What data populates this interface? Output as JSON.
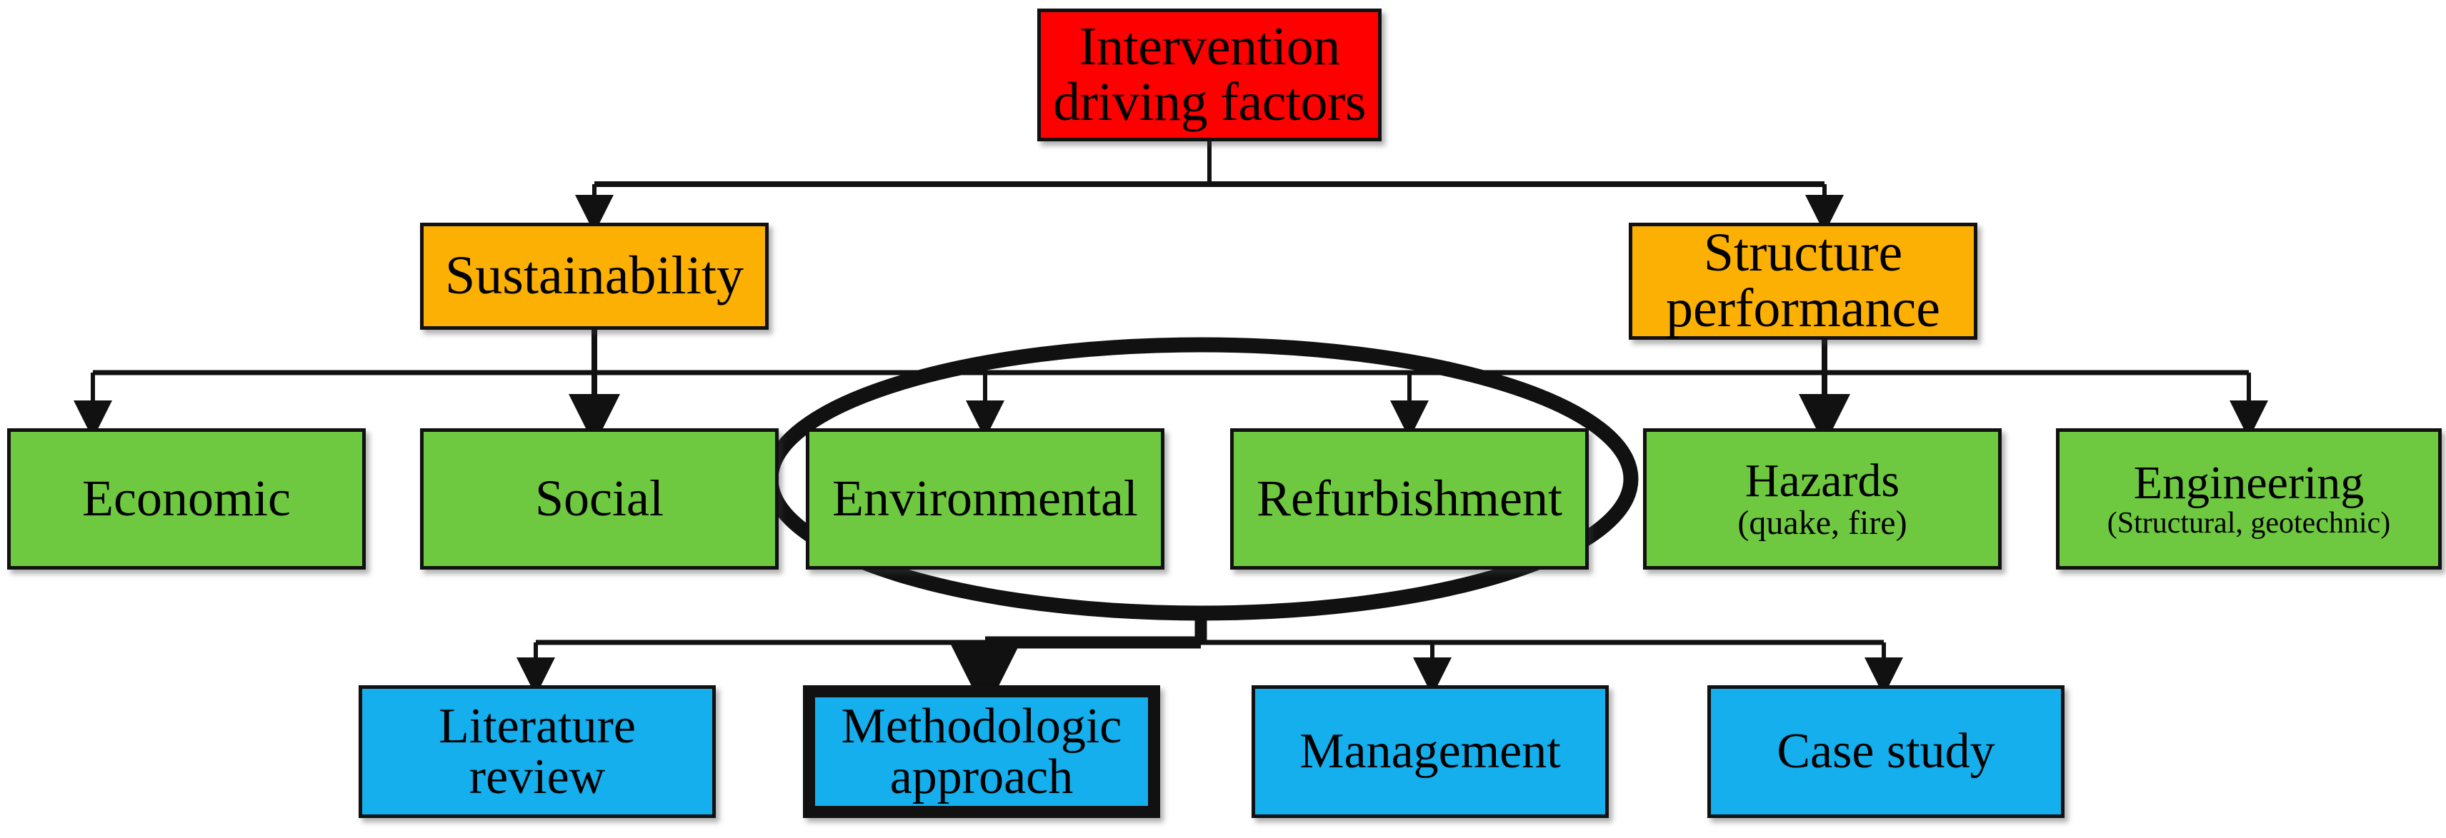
{
  "diagram": {
    "title_text": "Intervention driving factors",
    "type": "flowchart",
    "colors": {
      "root": "#FF0000",
      "level2": "#FBB003",
      "level3": "#6FC940",
      "level4": "#14AFEC",
      "stroke": "#111111",
      "background": "#FFFFFF"
    },
    "root": {
      "label_line1": "Intervention",
      "label_line2": "driving factors"
    },
    "level2": [
      {
        "id": "sustainability",
        "label_line1": "Sustainability",
        "label_line2": ""
      },
      {
        "id": "structure-performance",
        "label_line1": "Structure",
        "label_line2": "performance"
      }
    ],
    "level3": [
      {
        "id": "economic",
        "label": "Economic",
        "sub": "",
        "highlighted": false
      },
      {
        "id": "social",
        "label": "Social",
        "sub": "",
        "highlighted": false
      },
      {
        "id": "environmental",
        "label": "Environmental",
        "sub": "",
        "highlighted": true
      },
      {
        "id": "refurbishment",
        "label": "Refurbishment",
        "sub": "",
        "highlighted": true
      },
      {
        "id": "hazards",
        "label": "Hazards",
        "sub": "(quake, fire)",
        "highlighted": false
      },
      {
        "id": "engineering",
        "label": "Engineering",
        "sub": "(Structural, geotechnic)",
        "highlighted": false
      }
    ],
    "level4": [
      {
        "id": "literature-review",
        "label_line1": "Literature",
        "label_line2": "review",
        "emphasized": false
      },
      {
        "id": "methodologic-approach",
        "label_line1": "Methodologic",
        "label_line2": "approach",
        "emphasized": true
      },
      {
        "id": "management",
        "label_line1": "Management",
        "label_line2": "",
        "emphasized": false
      },
      {
        "id": "case-study",
        "label_line1": "Case study",
        "label_line2": "",
        "emphasized": false
      }
    ],
    "annotation": {
      "type": "ellipse-highlight",
      "encircles": [
        "Environmental",
        "Refurbishment"
      ]
    }
  }
}
